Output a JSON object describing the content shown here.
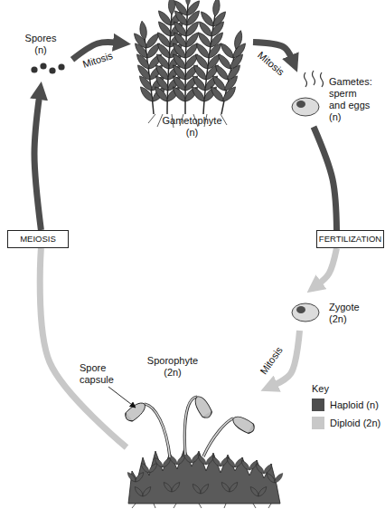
{
  "diagram": {
    "nodes": [
      {
        "text": [
          "Spores (n)"
        ]
      },
      {
        "text": [
          "Gametophyte (n)"
        ]
      },
      {
        "text": [
          "Gametes: sperm and eggs (n)"
        ]
      },
      {
        "text": [
          "FERTILIZATION"
        ]
      },
      {
        "text": [
          "Zygote (2n)"
        ]
      },
      {
        "text": [
          "Sporophyte (2n)"
        ]
      },
      {
        "text": [
          "MEIOSIS"
        ]
      }
    ],
    "edges": [
      {
        "from": 0,
        "to": 1,
        "label": "Mitosis",
        "arrow": "to"
      },
      {
        "from": 1,
        "to": 2,
        "label": "Mitosis",
        "arrow": "to"
      },
      {
        "from": 2,
        "to": 3,
        "arrow": "none"
      },
      {
        "from": 3,
        "to": 4,
        "arrow": "to"
      },
      {
        "from": 4,
        "to": 5,
        "label": "Mitosis",
        "arrow": "to"
      },
      {
        "from": 5,
        "to": 6,
        "arrow": "none"
      },
      {
        "from": 6,
        "to": 0,
        "arrow": "to"
      }
    ],
    "labels": [
      "Spore capsule",
      "Key"
    ],
    "legend": [
      {
        "text": "Haploid (n)",
        "color": "#4d4d4d"
      },
      {
        "text": "Diploid (2n)",
        "color": "#c8c8c8"
      }
    ]
  }
}
